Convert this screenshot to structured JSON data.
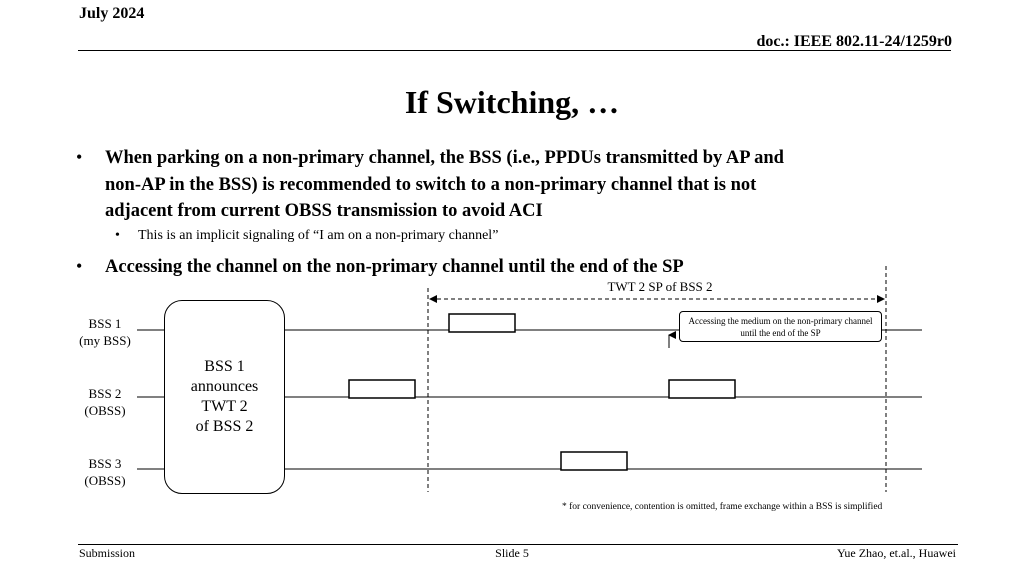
{
  "header": {
    "date": "July 2024",
    "doc": "doc.: IEEE 802.11-24/1259r0"
  },
  "title": "If Switching, …",
  "bullets": [
    {
      "lines": [
        "When parking on a non-primary channel, the BSS (i.e., PPDUs transmitted by AP and",
        "non-AP in the BSS) is recommended to switch to a non-primary channel that is not",
        "adjacent from current OBSS transmission to avoid ACI"
      ]
    },
    {
      "lines": [
        "Accessing the channel on the non-primary channel until the end of the SP"
      ]
    }
  ],
  "sub_bullets": [
    "This is an implicit signaling of “I am on a non-primary channel”"
  ],
  "diagram": {
    "bss_labels": [
      [
        "BSS 1",
        "(my BSS)"
      ],
      [
        "BSS 2",
        "(OBSS)"
      ],
      [
        "BSS 3",
        "(OBSS)"
      ]
    ],
    "announce_lines": [
      "BSS 1",
      "announces",
      "TWT 2",
      "of BSS 2"
    ],
    "twt_label": "TWT 2 SP of BSS 2",
    "callout": "Accessing the medium on the non-primary channel until the end of the SP",
    "note": "* for convenience, contention is omitted, frame exchange within a BSS is simplified"
  },
  "footer": {
    "left": "Submission",
    "center": "Slide 5",
    "right": "Yue Zhao, et.al., Huawei"
  }
}
